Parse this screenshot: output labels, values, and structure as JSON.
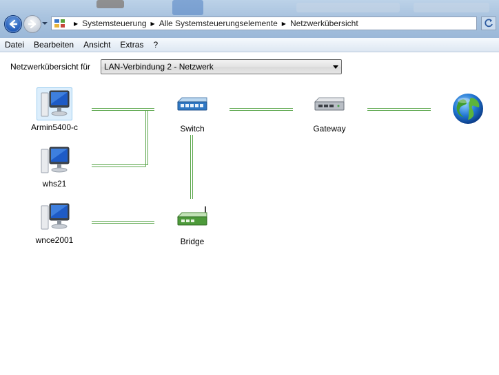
{
  "address_bar": {
    "breadcrumbs": [
      "Systemsteuerung",
      "Alle Systemsteuerungselemente",
      "Netzwerkübersicht"
    ],
    "location_icon": "control-panel-icon"
  },
  "menu": [
    "Datei",
    "Bearbeiten",
    "Ansicht",
    "Extras",
    "?"
  ],
  "view_selector": {
    "label": "Netzwerkübersicht für",
    "selected": "LAN-Verbindung 2 - Netzwerk"
  },
  "nodes": {
    "armin": {
      "label": "Armin5400-c",
      "icon": "computer-icon",
      "selected": true
    },
    "whs21": {
      "label": "whs21",
      "icon": "computer-icon"
    },
    "wnce2001": {
      "label": "wnce2001",
      "icon": "computer-icon"
    },
    "switch": {
      "label": "Switch",
      "icon": "switch-icon"
    },
    "gateway": {
      "label": "Gateway",
      "icon": "gateway-icon"
    },
    "bridge": {
      "label": "Bridge",
      "icon": "bridge-icon"
    },
    "internet": {
      "label": "",
      "icon": "globe-icon"
    }
  },
  "colors": {
    "link_line": "#5aa64a",
    "chrome": "#a9c3df"
  }
}
